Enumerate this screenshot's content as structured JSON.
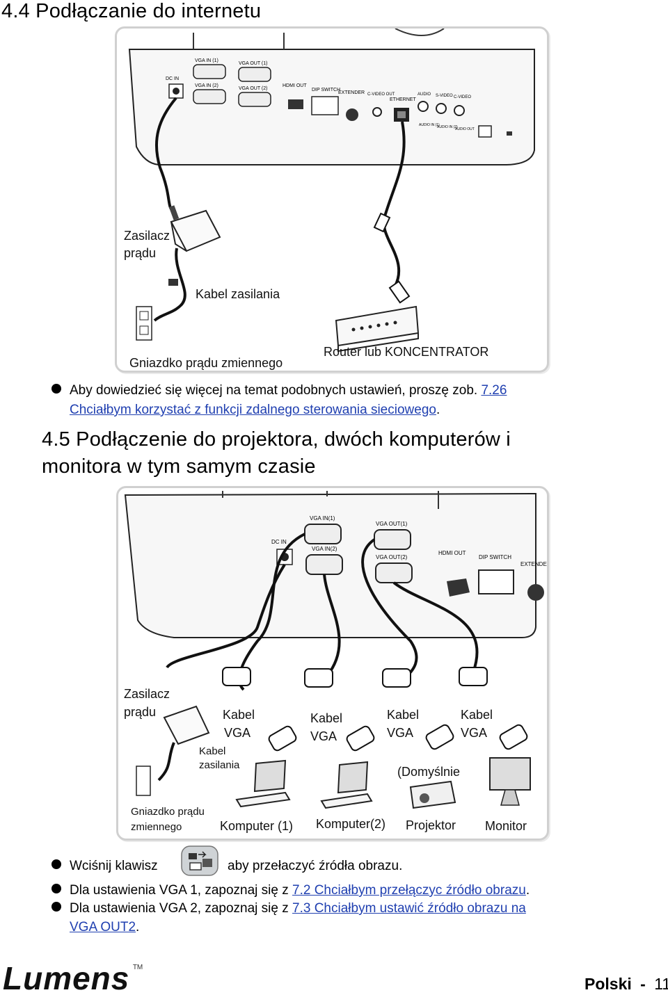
{
  "section_44": {
    "title": "4.4 Podłączanie do internetu"
  },
  "fig1": {
    "ports": {
      "dc_in": "DC IN",
      "vga_in1": "VGA IN (1)",
      "vga_in2": "VGA IN (2)",
      "vga_out1": "VGA OUT (1)",
      "vga_out2": "VGA OUT (2)",
      "hdmi_out": "HDMI OUT",
      "dip_switch": "DIP SWITCH",
      "extender": "EXTENDER",
      "c_video_out": "C-VIDEO OUT",
      "ethernet": "ETHERNET",
      "audio": "AUDIO",
      "s_video": "S-VIDEO",
      "c_video": "C-VIDEO",
      "audio_in1": "AUDIO IN (1)",
      "audio_in2": "AUDIO IN (2)",
      "audio_out": "AUDIO OUT"
    },
    "label_power_adapter_l1": "Zasilacz",
    "label_power_adapter_l2": "prądu",
    "label_power_cable": "Kabel zasilania",
    "label_outlet": "Gniazdko prądu zmiennego",
    "label_router": "Router lub KONCENTRATOR"
  },
  "bullet1": {
    "text": "Aby dowiedzieć się więcej na temat podobnych ustawień, proszę zob. ",
    "link_part1": "7.26 ",
    "link_part2": "Chciałbym korzystać z funkcji zdalnego sterowania sieciowego",
    "suffix": "."
  },
  "section_45": {
    "title_l1": "4.5 Podłączenie do projektora, dwóch komputerów i",
    "title_l2": "monitora w tym samym czasie"
  },
  "fig2": {
    "ports": {
      "vga_in1": "VGA IN(1)",
      "vga_in2": "VGA IN(2)",
      "vga_out1": "VGA OUT(1)",
      "vga_out2": "VGA OUT(2)",
      "dc_in": "DC IN",
      "hdmi_out": "HDMI OUT",
      "dip_switch": "DIP SWITCH",
      "extender": "EXTENDER"
    },
    "label_power_adapter_l1": "Zasilacz",
    "label_power_adapter_l2": "prądu",
    "label_power_cable_l1": "Kabel",
    "label_power_cable_l2": "zasilania",
    "label_outlet_l1": "Gniazdko prądu",
    "label_outlet_l2": "zmiennego",
    "cable_label_l1": "Kabel",
    "cable_label_l2": "VGA",
    "label_default": "(Domyślnie",
    "label_computer1": "Komputer (1)",
    "label_computer2": "Komputer(2)",
    "label_projector": "Projektor",
    "label_monitor": "Monitor"
  },
  "bullets2": {
    "press_prefix": "Wciśnij klawisz",
    "press_suffix": "aby przełaczyć źródła obrazu.",
    "vga1_text": "Dla ustawienia VGA 1, zapoznaj się z ",
    "vga1_link": "7.2 Chciałbym przełączyc źródło obrazu",
    "vga1_suffix": ".",
    "vga2_text": "Dla ustawienia VGA 2, zapoznaj się z ",
    "vga2_link_l1": "7.3 Chciałbym ustawić źródło obrazu na",
    "vga2_link_l2": "VGA OUT2",
    "vga2_suffix": "."
  },
  "footer": {
    "logo": "Lumens",
    "tm": "TM",
    "language": "Polski",
    "separator": "-",
    "page_number": "11"
  }
}
